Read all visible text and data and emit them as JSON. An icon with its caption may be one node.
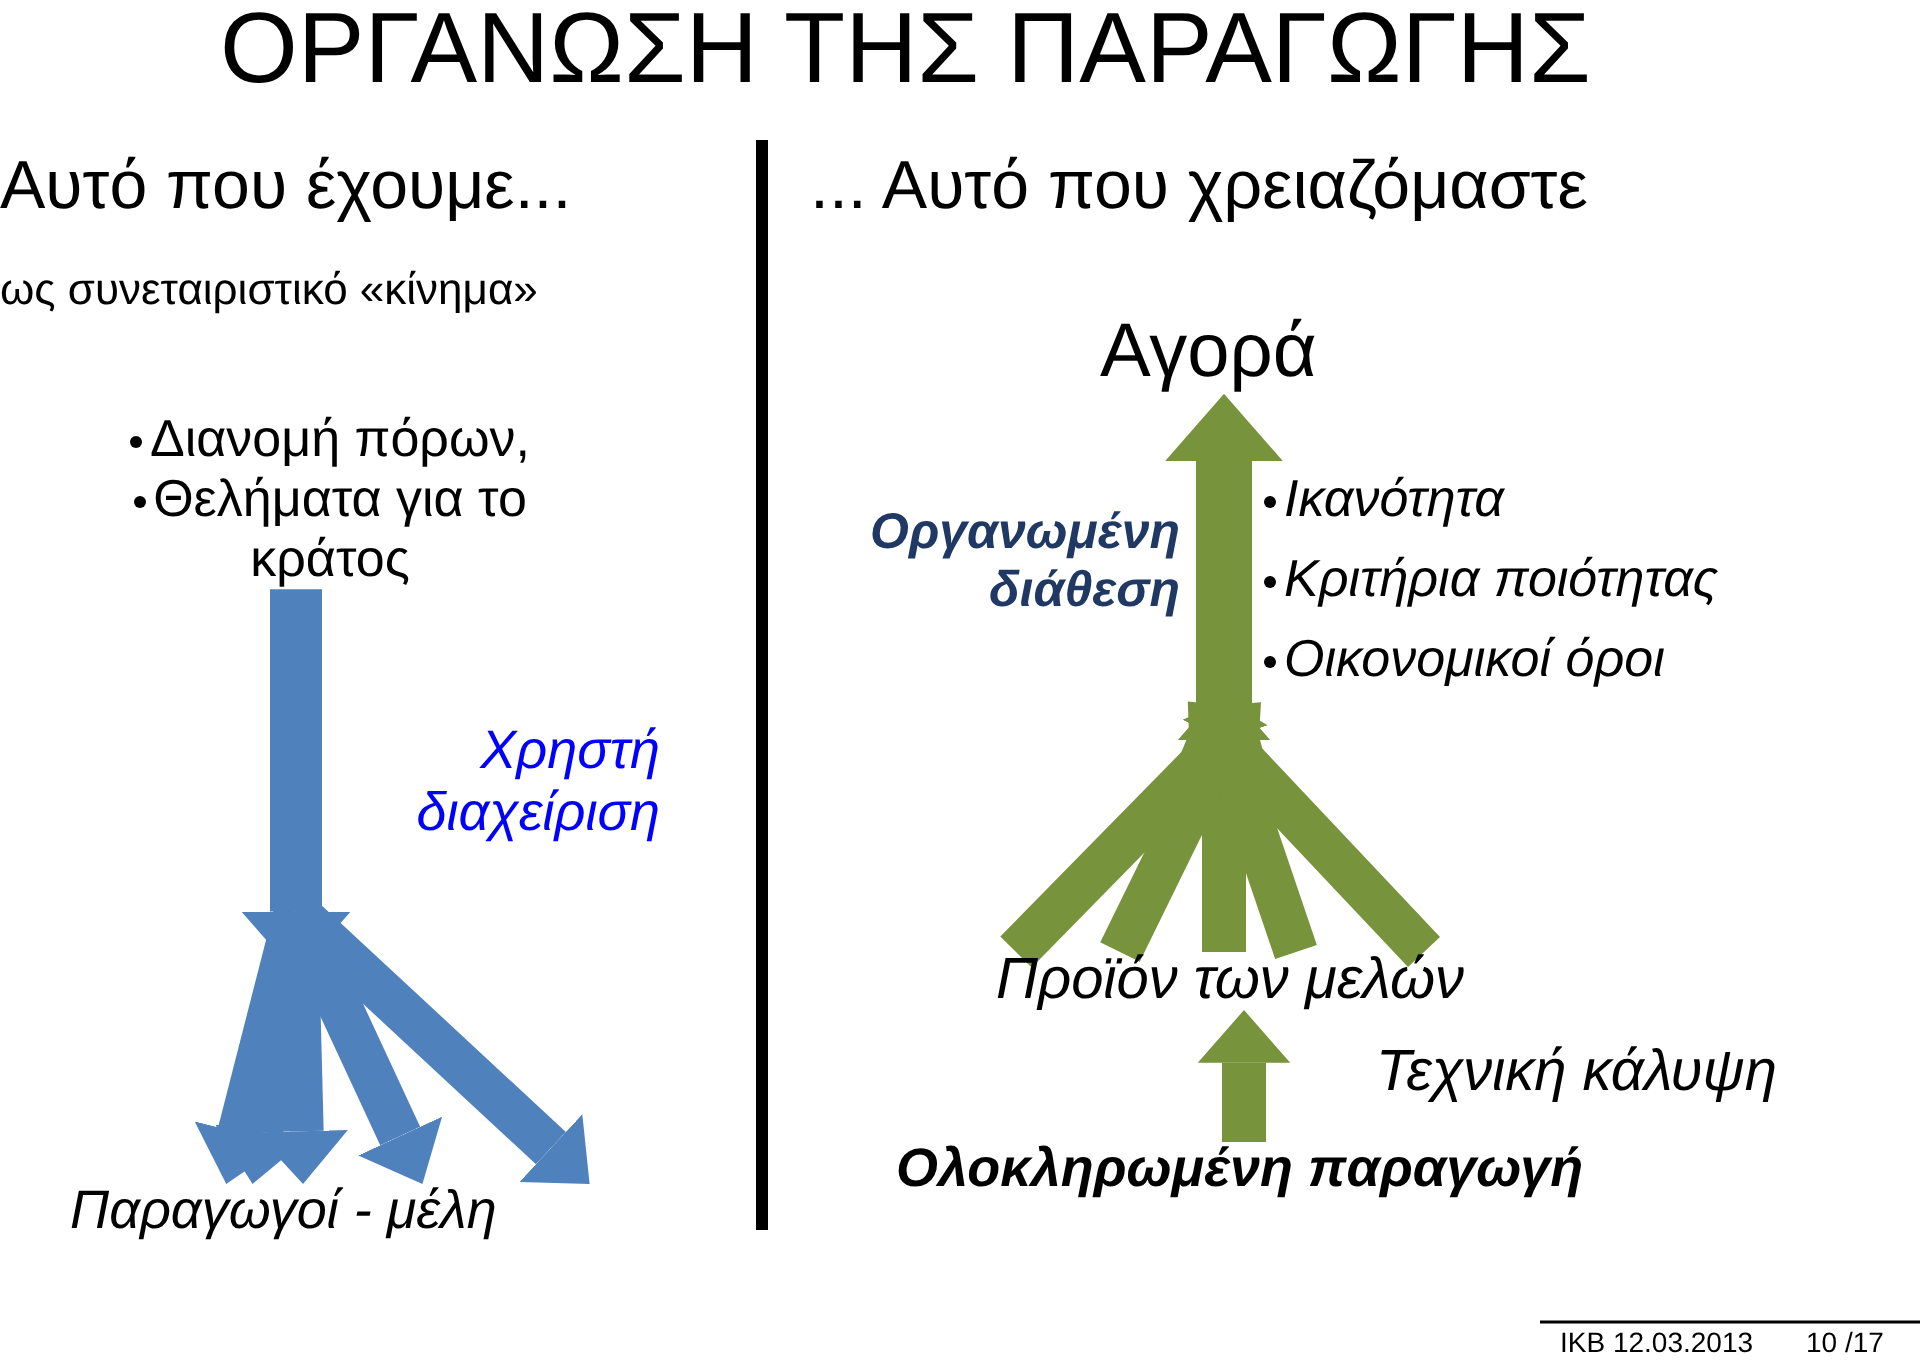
{
  "diagram": {
    "title": "ΟΡΓΑΝΩΣΗ ΤΗΣ ΠΑΡΑΓΩΓΗΣ",
    "nodes": [
      {
        "text": [
          "Διανομή πόρων,",
          "Θελήματα για το κράτος"
        ]
      },
      {
        "text": [
          "Παραγωγοί - μέλη"
        ]
      },
      {
        "text": [
          "Αγορά"
        ]
      },
      {
        "text": [
          "Προϊόν των μελών"
        ]
      },
      {
        "text": [
          "Ολοκληρωμένη παραγωγή"
        ]
      }
    ],
    "edges": [
      {
        "from": 0,
        "to": 1,
        "arrow": "to",
        "label": "Χρηστή διαχείριση",
        "color": "#4f81bd"
      },
      {
        "from": 0,
        "to": 1,
        "arrow": "to",
        "color": "#4f81bd"
      },
      {
        "from": 0,
        "to": 1,
        "arrow": "to",
        "color": "#4f81bd"
      },
      {
        "from": 0,
        "to": 1,
        "arrow": "to",
        "color": "#4f81bd"
      },
      {
        "from": 0,
        "to": 1,
        "arrow": "to",
        "color": "#4f81bd"
      },
      {
        "from": 3,
        "to": 2,
        "arrow": "to",
        "label": "Οργανωμένη διάθεση"
      },
      {
        "from": 3,
        "to": 2,
        "arrow": "to"
      },
      {
        "from": 3,
        "to": 2,
        "arrow": "to"
      },
      {
        "from": 3,
        "to": 2,
        "arrow": "to"
      },
      {
        "from": 3,
        "to": 2,
        "arrow": "to"
      },
      {
        "from": 4,
        "to": 3,
        "arrow": "to"
      }
    ],
    "labels": [
      "Αυτό που έχουμε...",
      "... Αυτό που χρειαζόμαστε",
      "ως συνεταιριστικό «κίνημα»",
      "Ικανότητα",
      "Κριτήρια ποιότητας",
      "Οικονομικοί όροι",
      "Τεχνική κάλυψη",
      "ΙΚΒ 12.03.2013",
      "10 /17"
    ]
  }
}
